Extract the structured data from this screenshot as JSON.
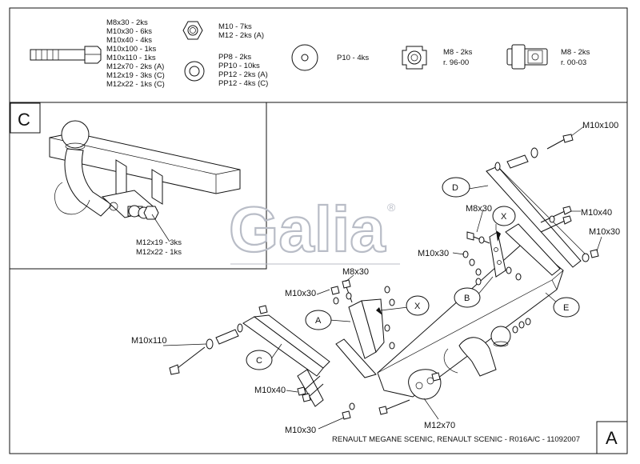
{
  "header": {
    "bolts_list": [
      "M8x30 - 2ks",
      "M10x30 - 6ks",
      "M10x40 - 4ks",
      "M10x100 - 1ks",
      "M10x110 - 1ks",
      "M12x70 - 2ks (A)",
      "M12x19 - 3ks (C)",
      "M12x22 - 1ks (C)"
    ],
    "nuts_list": [
      "M10 - 7ks",
      "M12 - 2ks (A)"
    ],
    "washers_list": [
      "PP8 - 2ks",
      "PP10 - 10ks",
      "PP12 - 2ks (A)",
      "PP12 - 4ks (C)"
    ],
    "flat_washer": "P10 - 4ks",
    "plate_nut_a": [
      "M8 - 2ks",
      "r. 96-00"
    ],
    "plate_nut_b": [
      "M8 - 2ks",
      "r. 00-03"
    ]
  },
  "detail_c": {
    "corner_letter": "C",
    "bolt_note": [
      "M12x19 - 3ks",
      "M12x22 - 1ks"
    ]
  },
  "logo_text": "Galia",
  "logo_mark": "®",
  "callouts": {
    "A": "A",
    "B": "B",
    "C": "C",
    "D": "D",
    "E": "E",
    "X1": "X",
    "X2": "X"
  },
  "bolt_labels": {
    "m10x100": "M10x100",
    "m10x40_right": "M10x40",
    "m10x30_right": "M10x30",
    "m8x30_right": "M8x30",
    "m10x30_mid": "M10x30",
    "m8x30_left": "M8x30",
    "m10x30_left": "M10x30",
    "m10x110": "M10x110",
    "m10x40_bottom": "M10x40",
    "m10x30_bottom": "M10x30",
    "m12x70": "M12x70"
  },
  "footer": {
    "caption": "RENAULT MEGANE SCENIC, RENAULT SCENIC - R016A/C - 11092007",
    "corner_letter": "A"
  }
}
